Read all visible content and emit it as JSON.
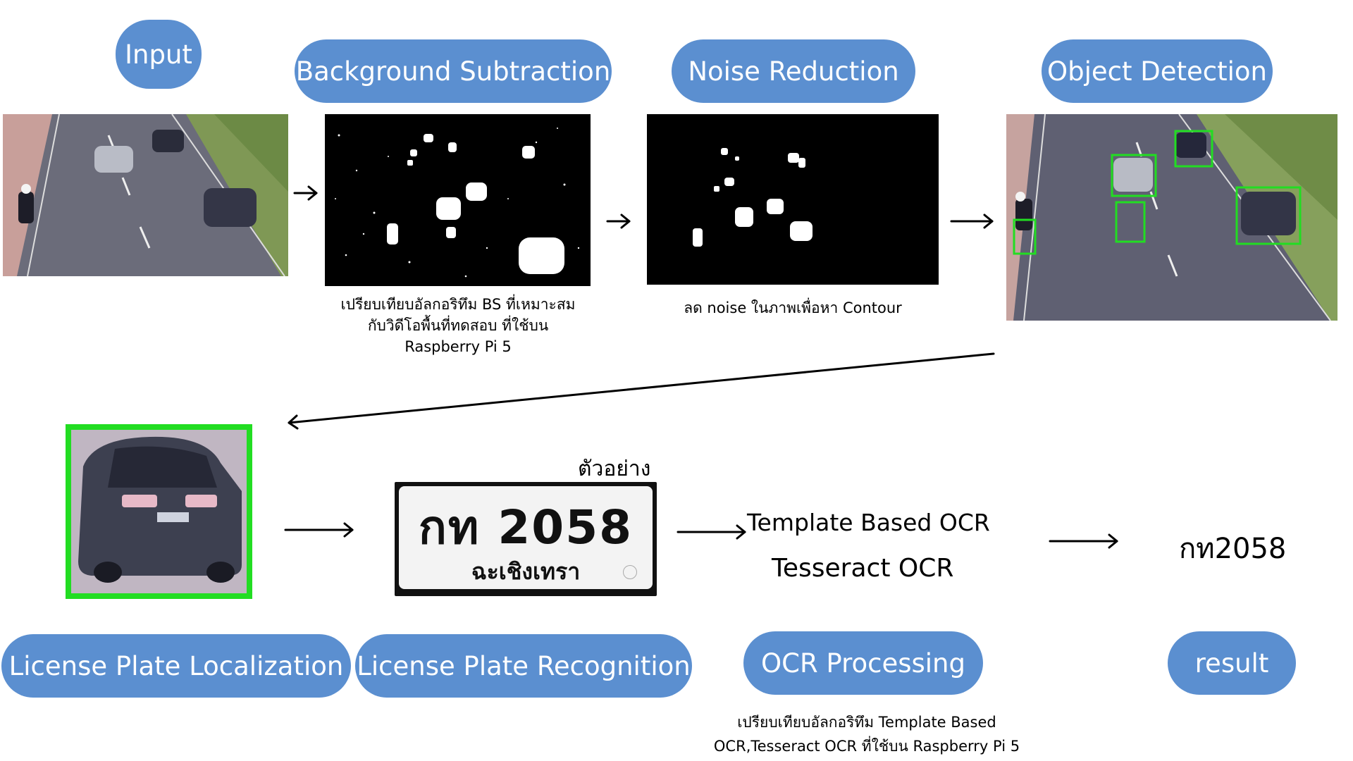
{
  "labels": {
    "input": "Input",
    "background_subtraction": "Background Subtraction",
    "noise_reduction": "Noise Reduction",
    "object_detection": "Object Detection",
    "lp_localization": "License Plate Localization",
    "lp_recognition": "License Plate Recognition",
    "ocr_processing": "OCR Processing",
    "result": "result"
  },
  "captions": {
    "bs_line1": "เปรียบเทียบอัลกอริทึม BS ที่เหมาะสม",
    "bs_line2": "กับวิดีโอพื้นที่ทดสอบ ที่ใช้บน",
    "bs_line3": "Raspberry Pi 5",
    "noise": "ลด noise ในภาพเพื่อหา Contour",
    "ocr_line1": "เปรียบเทียบอัลกอริทึม Template Based",
    "ocr_line2": "OCR,Tesseract OCR ที่ใช้บน Raspberry Pi 5"
  },
  "example_label": "ตัวอย่าง",
  "plate": {
    "main_text": "กท 2058",
    "province": "ฉะเชิงเทรา"
  },
  "ocr_methods": [
    "Template Based OCR",
    "Tesseract OCR"
  ],
  "result_value": "กท2058",
  "colors": {
    "pill": "#5b8fd0",
    "detection_box": "#22dd22",
    "road": "#55566a"
  }
}
